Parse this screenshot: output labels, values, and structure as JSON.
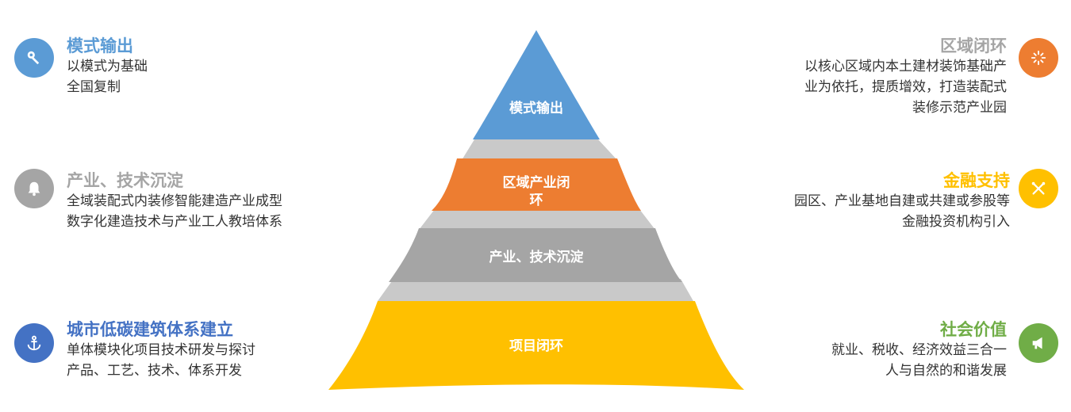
{
  "colors": {
    "blue": "#5b9bd5",
    "orange": "#ed7d31",
    "gray": "#a5a5a5",
    "yellow": "#ffc000",
    "green": "#70ad47",
    "darkblue": "#4472c4",
    "connector": "#c9c9c9"
  },
  "left_items": [
    {
      "icon": "key-icon",
      "title": "模式输出",
      "lines": [
        "以模式为基础",
        "全国复制"
      ],
      "color": "#5b9bd5"
    },
    {
      "icon": "bell-icon",
      "title": "产业、技术沉淀",
      "lines": [
        "全域装配式内装修智能建造产业成型",
        "数字化建造技术与产业工人教培体系"
      ],
      "color": "#a5a5a5"
    },
    {
      "icon": "anchor-icon",
      "title": "城市低碳建筑体系建立",
      "lines": [
        "单体模块化项目技术研发与探讨",
        "产品、工艺、技术、体系开发"
      ],
      "color": "#4472c4"
    }
  ],
  "right_items": [
    {
      "icon": "sparkle-icon",
      "title": "区域闭环",
      "lines": [
        "以核心区域内本土建材装饰基础产",
        "业为依托，提质增效，打造装配式",
        "装修示范产业园"
      ],
      "color": "#a5a5a5",
      "circle": "#ed7d31"
    },
    {
      "icon": "tools-icon",
      "title": "金融支持",
      "lines": [
        "园区、产业基地自建或共建或参股等",
        "金融投资机构引入"
      ],
      "color": "#ffc000",
      "circle": "#ffc000"
    },
    {
      "icon": "megaphone-icon",
      "title": "社会价值",
      "lines": [
        "就业、税收、经济效益三合一",
        "人与自然的和谐发展"
      ],
      "color": "#70ad47",
      "circle": "#70ad47"
    }
  ],
  "layers": [
    {
      "label": "模式输出"
    },
    {
      "label_line1": "区域产业闭",
      "label_line2": "环"
    },
    {
      "label": "产业、技术沉淀"
    },
    {
      "label": "项目闭环"
    }
  ]
}
